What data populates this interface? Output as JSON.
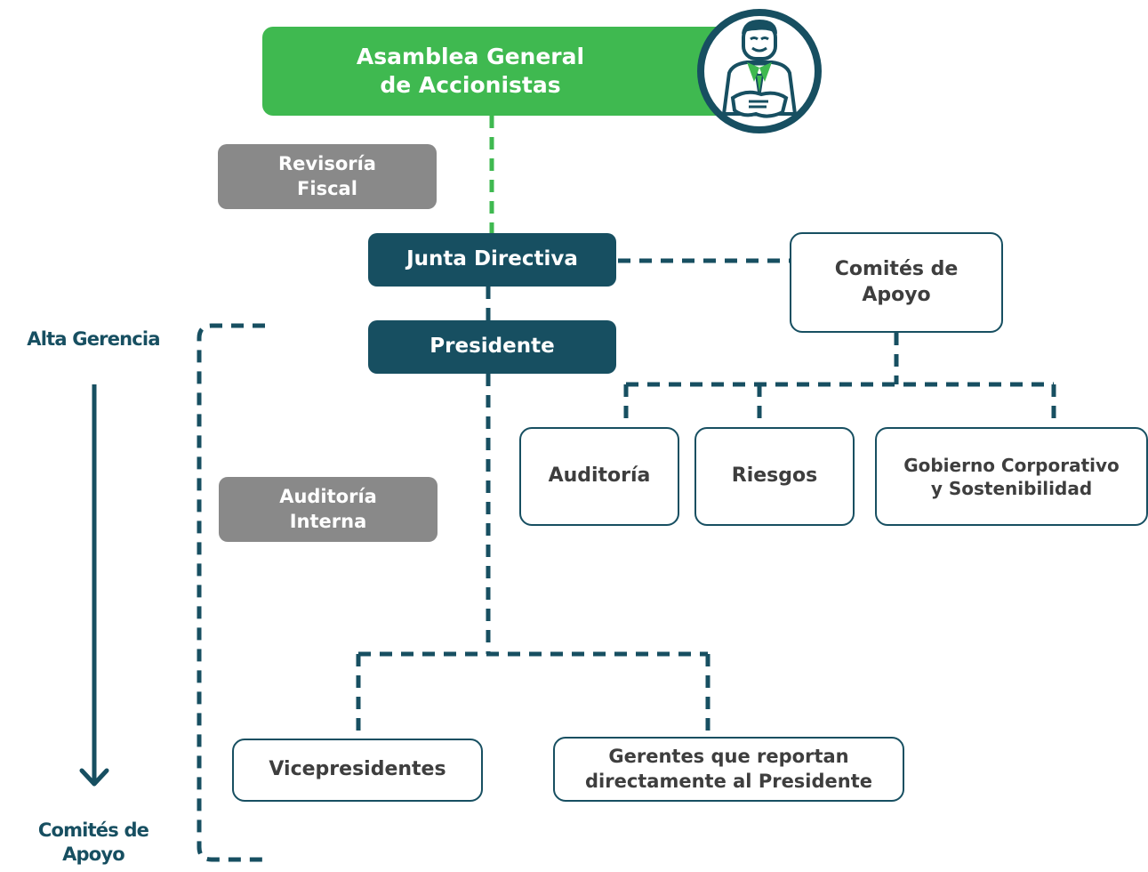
{
  "nodes": {
    "asamblea": "Asamblea General\nde Accionistas",
    "revisoria": "Revisoría\nFiscal",
    "junta": "Junta Directiva",
    "comites_apoyo": "Comités de\nApoyo",
    "presidente": "Presidente",
    "auditoria_interna": "Auditoría\nInterna",
    "auditoria": "Auditoría",
    "riesgos": "Riesgos",
    "gobierno": "Gobierno Corporativo\ny Sostenibilidad",
    "vicepresidentes": "Vicepresidentes",
    "gerentes": "Gerentes que reportan\ndirectamente al Presidente"
  },
  "side": {
    "top": "Alta Gerencia",
    "bottom": "Comités de\nApoyo"
  },
  "colors": {
    "green": "#3fb950",
    "dark_teal": "#174f61",
    "gray": "#898989",
    "text_dark": "#3e3e3e"
  },
  "icons": {
    "avatar": "business-person-icon"
  }
}
